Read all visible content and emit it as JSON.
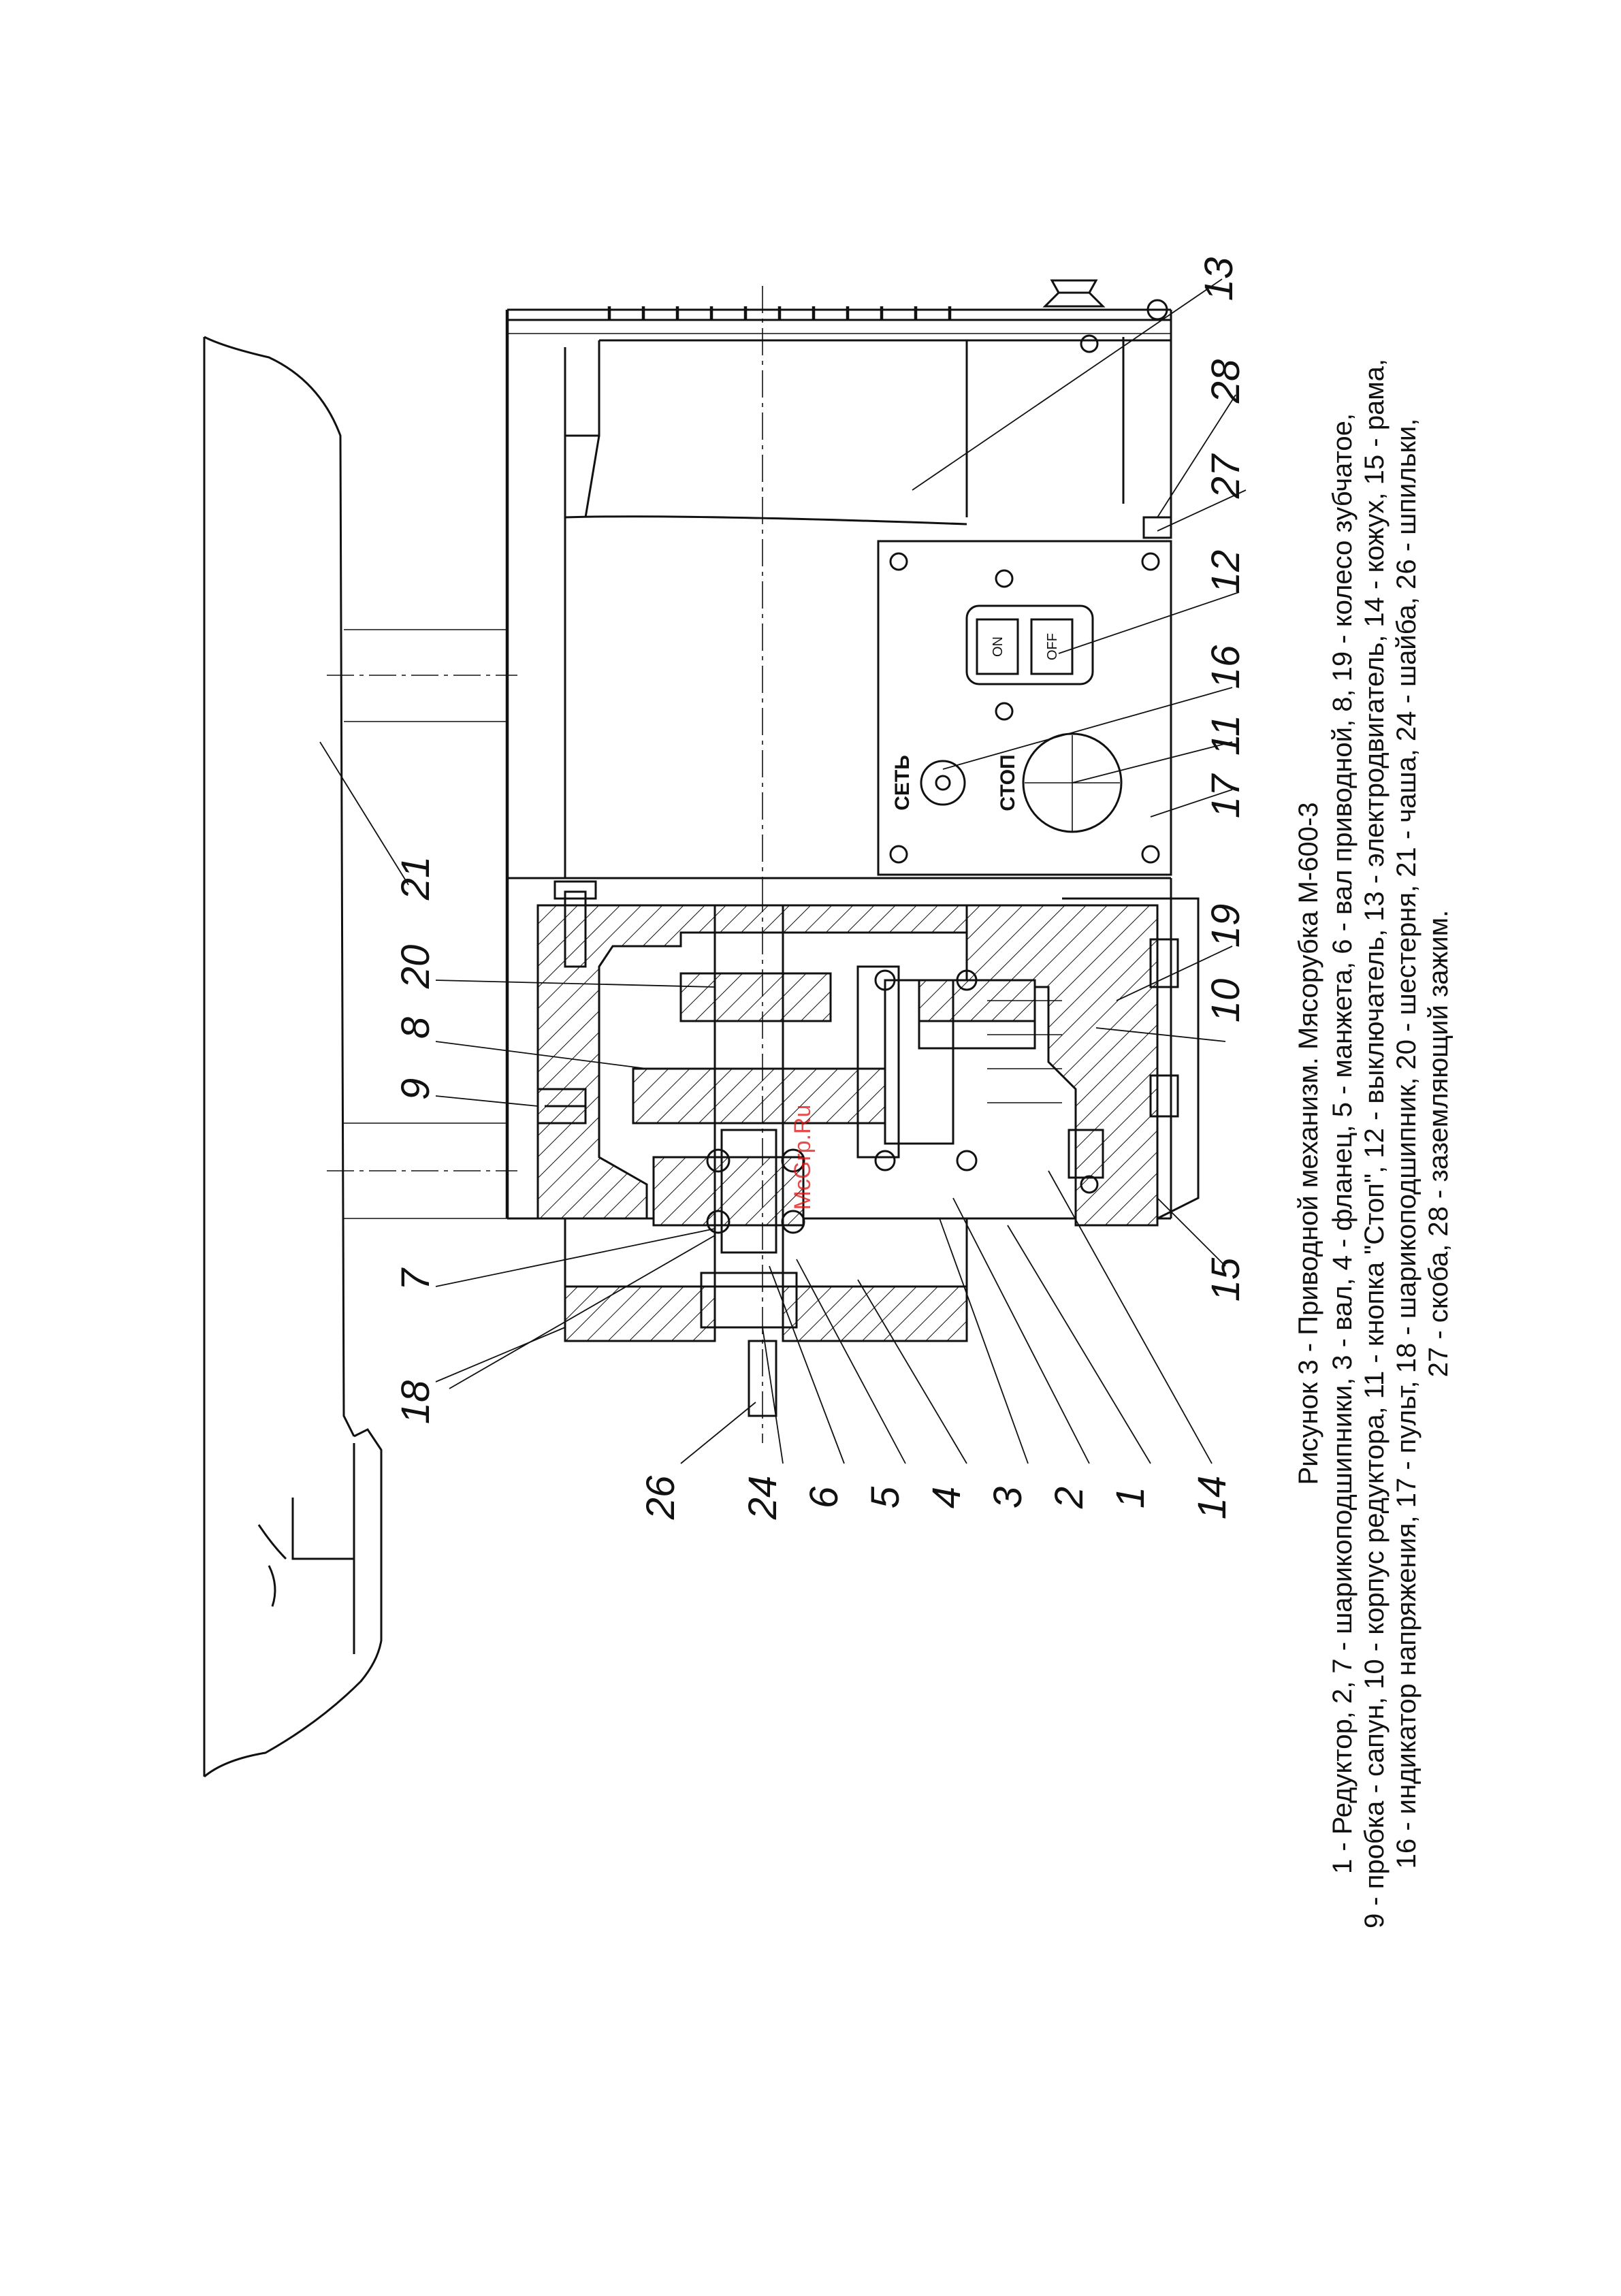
{
  "caption": {
    "title": "Рисунок 3 - Приводной механизм. Мясорубка М-600-3",
    "lines": [
      "1 - Редуктор,  2, 7 - шарикоподшипники, 3 - вал, 4 - фланец, 5 - манжета, 6 - вал приводной, 8, 19 - колесо зубчатое,",
      "9 - пробка - сапун, 10 - корпус редуктора, 11 - кнопка \"Стоп\", 12 - выключатель, 13 - электродвигатель, 14 - кожух, 15 - рама,",
      "16 - индикатор напряжения, 17 - пульт, 18 - шарикоподшипник, 20 -  шестерня, 21 - чаша, 24 - шайба, 26 - шпильки,",
      "27 - скоба, 28 - заземляющий зажим."
    ]
  },
  "callouts": {
    "c13": "13",
    "c28": "28",
    "c27": "27",
    "c12": "12",
    "c16": "16",
    "c11": "11",
    "c17": "17",
    "c19": "19",
    "c10": "10",
    "c15": "15",
    "c21": "21",
    "c20": "20",
    "c8": "8",
    "c9": "9",
    "c7": "7",
    "c18": "18",
    "c26": "26",
    "c24": "24",
    "c6": "6",
    "c5": "5",
    "c4": "4",
    "c3": "3",
    "c2": "2",
    "c1": "1",
    "c14": "14"
  },
  "panel": {
    "set_label": "СЕТЬ",
    "stop_label": "СТОП",
    "on_label": "ON",
    "off_label": "OFF"
  },
  "watermark": "McGrp.Ru"
}
